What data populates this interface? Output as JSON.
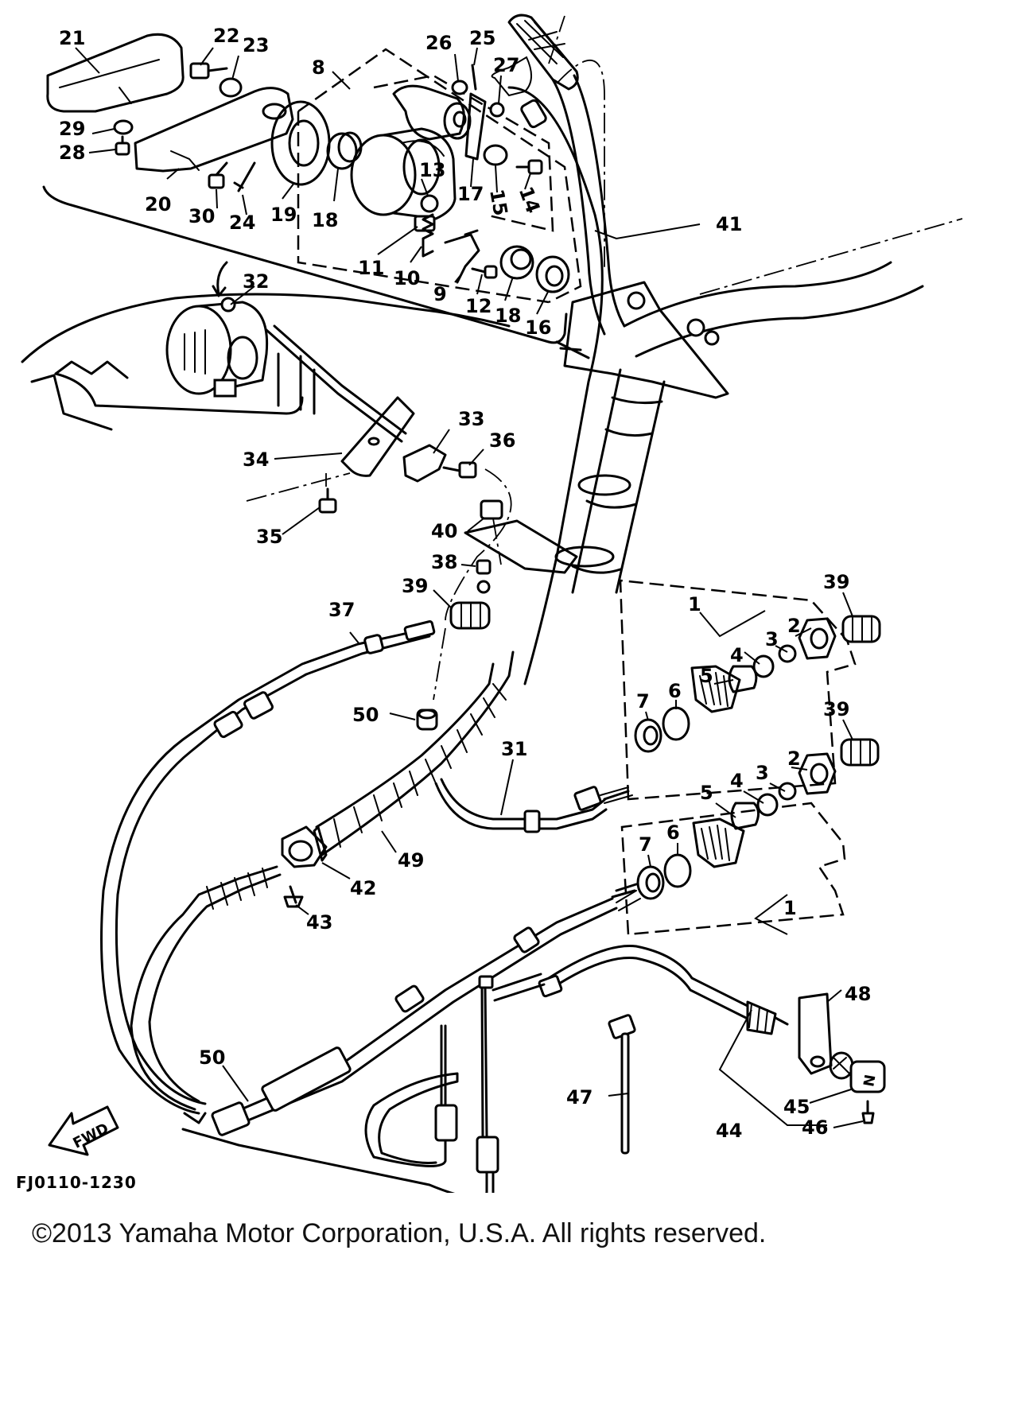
{
  "diagram": {
    "drawing_code": "FJ0110-1230",
    "copyright": "©2013 Yamaha Motor Corporation, U.S.A. All rights reserved.",
    "fwd_label": "FWD",
    "callouts": [
      {
        "id": "c21",
        "label": "21"
      },
      {
        "id": "c22",
        "label": "22"
      },
      {
        "id": "c23",
        "label": "23"
      },
      {
        "id": "c8",
        "label": "8"
      },
      {
        "id": "c26",
        "label": "26"
      },
      {
        "id": "c25",
        "label": "25"
      },
      {
        "id": "c27",
        "label": "27"
      },
      {
        "id": "c29",
        "label": "29"
      },
      {
        "id": "c28",
        "label": "28"
      },
      {
        "id": "c20",
        "label": "20"
      },
      {
        "id": "c30",
        "label": "30"
      },
      {
        "id": "c24",
        "label": "24"
      },
      {
        "id": "c19",
        "label": "19"
      },
      {
        "id": "c18a",
        "label": "18"
      },
      {
        "id": "c13",
        "label": "13"
      },
      {
        "id": "c17",
        "label": "17"
      },
      {
        "id": "c15",
        "label": "15"
      },
      {
        "id": "c14",
        "label": "14"
      },
      {
        "id": "c41",
        "label": "41"
      },
      {
        "id": "c11",
        "label": "11"
      },
      {
        "id": "c10",
        "label": "10"
      },
      {
        "id": "c9",
        "label": "9"
      },
      {
        "id": "c12",
        "label": "12"
      },
      {
        "id": "c18b",
        "label": "18"
      },
      {
        "id": "c16",
        "label": "16"
      },
      {
        "id": "c32",
        "label": "32"
      },
      {
        "id": "c33",
        "label": "33"
      },
      {
        "id": "c36",
        "label": "36"
      },
      {
        "id": "c34",
        "label": "34"
      },
      {
        "id": "c35",
        "label": "35"
      },
      {
        "id": "c40",
        "label": "40"
      },
      {
        "id": "c38",
        "label": "38"
      },
      {
        "id": "c39a",
        "label": "39"
      },
      {
        "id": "c37",
        "label": "37"
      },
      {
        "id": "c39b",
        "label": "39"
      },
      {
        "id": "c1a",
        "label": "1"
      },
      {
        "id": "c2a",
        "label": "2"
      },
      {
        "id": "c3a",
        "label": "3"
      },
      {
        "id": "c4a",
        "label": "4"
      },
      {
        "id": "c5a",
        "label": "5"
      },
      {
        "id": "c6a",
        "label": "6"
      },
      {
        "id": "c7a",
        "label": "7"
      },
      {
        "id": "c50a",
        "label": "50"
      },
      {
        "id": "c31",
        "label": "31"
      },
      {
        "id": "c39c",
        "label": "39"
      },
      {
        "id": "c2b",
        "label": "2"
      },
      {
        "id": "c3b",
        "label": "3"
      },
      {
        "id": "c4b",
        "label": "4"
      },
      {
        "id": "c5b",
        "label": "5"
      },
      {
        "id": "c6b",
        "label": "6"
      },
      {
        "id": "c7b",
        "label": "7"
      },
      {
        "id": "c42",
        "label": "42"
      },
      {
        "id": "c49",
        "label": "49"
      },
      {
        "id": "c43",
        "label": "43"
      },
      {
        "id": "c1b",
        "label": "1"
      },
      {
        "id": "c48",
        "label": "48"
      },
      {
        "id": "c50b",
        "label": "50"
      },
      {
        "id": "c47",
        "label": "47"
      },
      {
        "id": "c45",
        "label": "45"
      },
      {
        "id": "c44",
        "label": "44"
      },
      {
        "id": "c46",
        "label": "46"
      }
    ]
  }
}
